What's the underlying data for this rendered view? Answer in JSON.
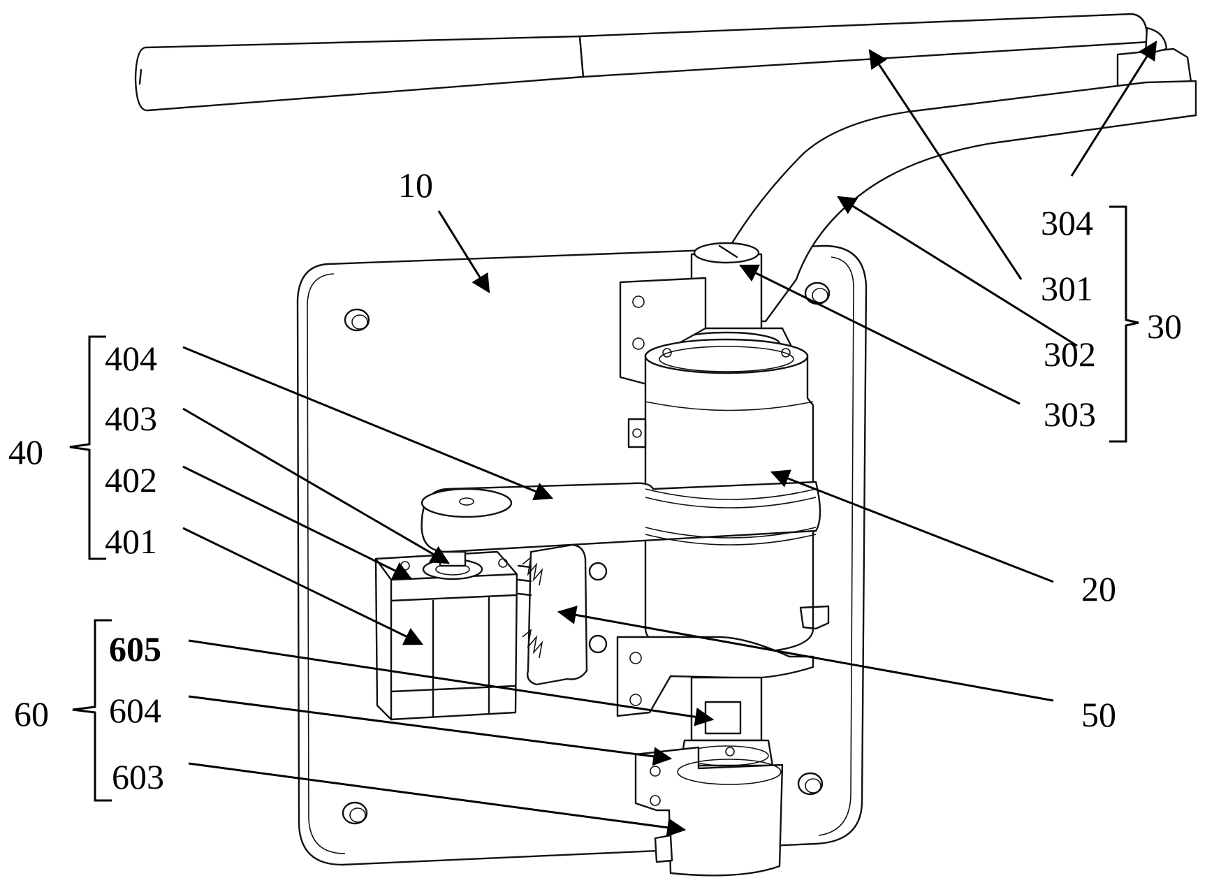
{
  "figure": {
    "labels": {
      "l10": "10",
      "l20": "20",
      "l30": "30",
      "l40": "40",
      "l50": "50",
      "l60": "60",
      "l301": "301",
      "l302": "302",
      "l303": "303",
      "l304": "304",
      "l401": "401",
      "l402": "402",
      "l403": "403",
      "l404": "404",
      "l603": "603",
      "l604": "604",
      "l605": "605"
    },
    "colors": {
      "line": "#111111",
      "background": "#ffffff"
    }
  }
}
